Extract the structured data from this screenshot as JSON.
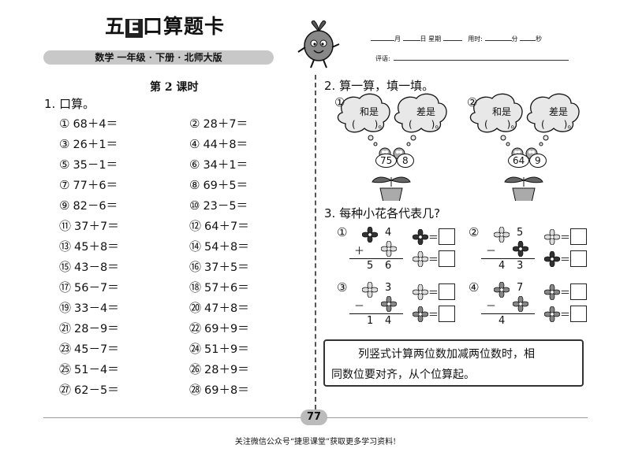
{
  "header": {
    "brand_prefix": "五",
    "brand_e": "E",
    "brand_suffix": "口算题卡",
    "subtitle": "数学 一年级 · 下册 · 北师大版",
    "date_labels": [
      "月",
      "日 星期",
      "用时:",
      "分",
      "秒"
    ],
    "comment_label": "评语:"
  },
  "lesson_title": "第 2 课时",
  "q1": {
    "title": "1. 口算。",
    "left": [
      {
        "n": "①",
        "e": "68＋4＝"
      },
      {
        "n": "③",
        "e": "26＋1＝"
      },
      {
        "n": "⑤",
        "e": "35－1＝"
      },
      {
        "n": "⑦",
        "e": "77＋6＝"
      },
      {
        "n": "⑨",
        "e": "82－6＝"
      },
      {
        "n": "⑪",
        "e": "37＋7＝"
      },
      {
        "n": "⑬",
        "e": "45＋8＝"
      },
      {
        "n": "⑮",
        "e": "43－8＝"
      },
      {
        "n": "⑰",
        "e": "56－7＝"
      },
      {
        "n": "⑲",
        "e": "33－4＝"
      },
      {
        "n": "㉑",
        "e": "28－9＝"
      },
      {
        "n": "㉓",
        "e": "45－7＝"
      },
      {
        "n": "㉕",
        "e": "51－4＝"
      },
      {
        "n": "㉗",
        "e": "62－5＝"
      }
    ],
    "right": [
      {
        "n": "②",
        "e": "28＋7＝"
      },
      {
        "n": "④",
        "e": "44＋8＝"
      },
      {
        "n": "⑥",
        "e": "34＋1＝"
      },
      {
        "n": "⑧",
        "e": "69＋5＝"
      },
      {
        "n": "⑩",
        "e": "23－5＝"
      },
      {
        "n": "⑫",
        "e": "64＋7＝"
      },
      {
        "n": "⑭",
        "e": "54＋8＝"
      },
      {
        "n": "⑯",
        "e": "37＋5＝"
      },
      {
        "n": "⑱",
        "e": "57＋6＝"
      },
      {
        "n": "⑳",
        "e": "47＋8＝"
      },
      {
        "n": "㉒",
        "e": "69＋9＝"
      },
      {
        "n": "㉔",
        "e": "51＋9＝"
      },
      {
        "n": "㉖",
        "e": "28＋9＝"
      },
      {
        "n": "㉘",
        "e": "69＋8＝"
      }
    ]
  },
  "q2": {
    "title": "2. 算一算，填一填。",
    "items": [
      {
        "num": "①",
        "sum_label": "和是",
        "diff_label": "差是",
        "blank": "(　　)。",
        "a": "75",
        "b": "8"
      },
      {
        "num": "②",
        "sum_label": "和是",
        "diff_label": "差是",
        "blank": "(　　)。",
        "a": "64",
        "b": "9"
      }
    ]
  },
  "q3": {
    "title": "3. 每种小花各代表几?",
    "items": [
      {
        "num": "①",
        "top": "4",
        "op": "＋",
        "bottom": [
          "5",
          "6"
        ]
      },
      {
        "num": "②",
        "top": "5",
        "op": "－",
        "bottom": [
          "4",
          "3"
        ]
      },
      {
        "num": "③",
        "top": "3",
        "op": "－",
        "bottom": [
          "1",
          "4"
        ]
      },
      {
        "num": "④",
        "top": "7",
        "op": "－",
        "bottom": [
          "4",
          ""
        ]
      }
    ],
    "eq": "＝"
  },
  "note": {
    "line1": "列竖式计算两位数加减两位数时，相",
    "line2": "同数位要对齐，从个位算起。"
  },
  "page_number": "77",
  "footer": "关注微信公众号“捷思课堂”获取更多学习资料!"
}
